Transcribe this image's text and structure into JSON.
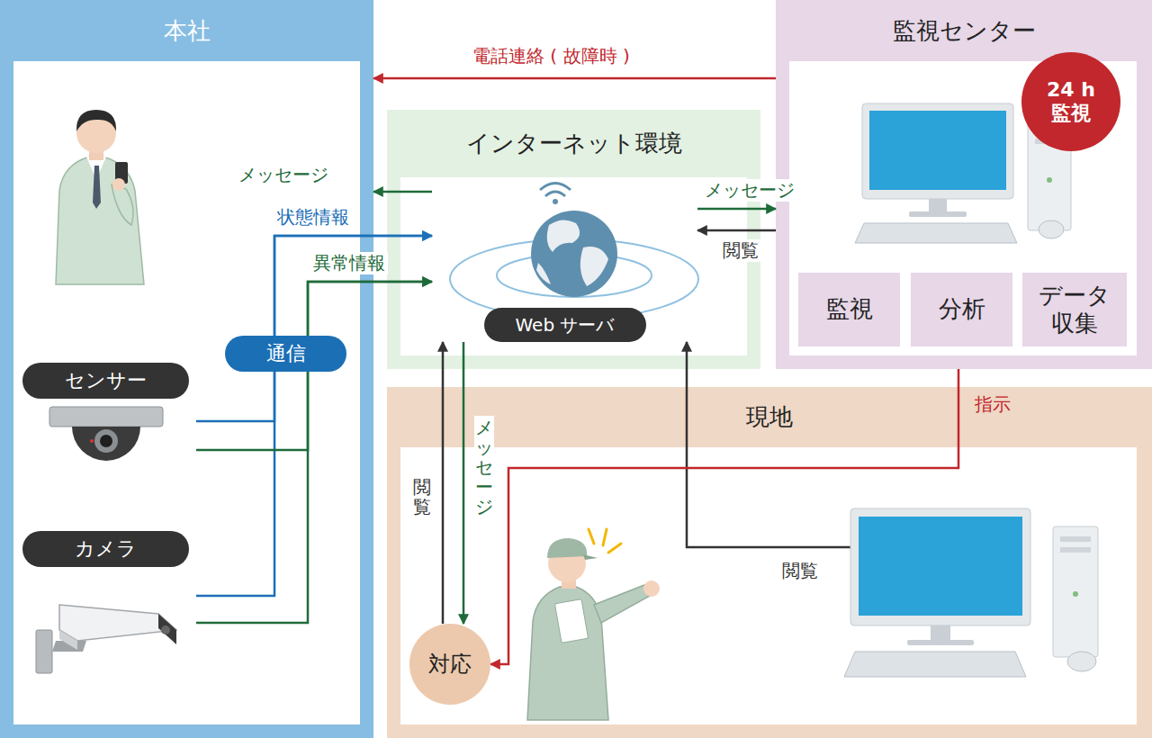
{
  "diagram": {
    "nodes": [
      {
        "text": [
          "本社"
        ]
      },
      {
        "text": [
          "インターネット環境"
        ]
      },
      {
        "text": [
          "監視センター"
        ]
      },
      {
        "text": [
          "24 h 監視"
        ],
        "in": 2
      },
      {
        "text": [
          "監視"
        ],
        "in": 2
      },
      {
        "text": [
          "分析"
        ],
        "in": 2
      },
      {
        "text": [
          "データ 収集"
        ],
        "in": 2
      },
      {
        "text": [
          "Web サーバ"
        ],
        "in": 1
      },
      {
        "text": [
          "通信"
        ],
        "in": 0
      },
      {
        "text": [
          "センサー"
        ],
        "in": 0
      },
      {
        "text": [
          "カメラ"
        ],
        "in": 0
      },
      {
        "text": [
          "現地"
        ]
      },
      {
        "text": [
          "対応"
        ],
        "in": 11
      }
    ],
    "edges": [
      {
        "from": 2,
        "to": 0,
        "arrow": "to",
        "label": "電話連絡 ( 故障時 )"
      },
      {
        "from": 7,
        "to": 0,
        "arrow": "to",
        "label": "メッセージ"
      },
      {
        "from": 9,
        "to": 7,
        "arrow": "to",
        "label": "状態情報"
      },
      {
        "from": 10,
        "to": 7,
        "arrow": "to"
      },
      {
        "from": 9,
        "to": 7,
        "arrow": "to",
        "label": "異常情報"
      },
      {
        "from": 10,
        "to": 7,
        "arrow": "to"
      },
      {
        "from": 7,
        "to": 2,
        "arrow": "to",
        "label": "メッセージ"
      },
      {
        "from": 2,
        "to": 7,
        "arrow": "to",
        "label": "閲覧"
      },
      {
        "from": 7,
        "to": 12,
        "arrow": "to",
        "label": "メッセージ"
      },
      {
        "from": 12,
        "to": 7,
        "arrow": "to",
        "label": "閲覧"
      },
      {
        "from": 11,
        "to": 7,
        "arrow": "to",
        "label": "閲覧"
      },
      {
        "from": 2,
        "to": 12,
        "arrow": "to",
        "label": "指示"
      }
    ]
  }
}
